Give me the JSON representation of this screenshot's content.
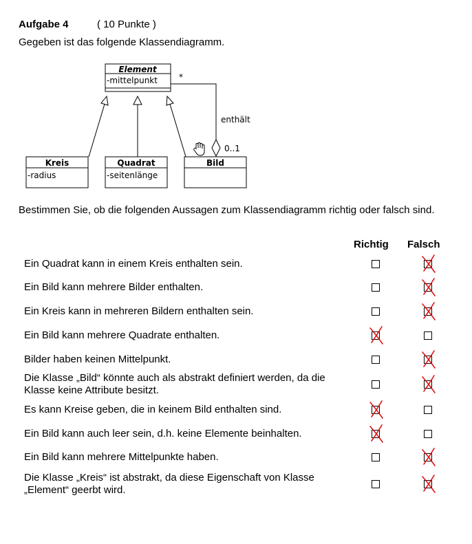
{
  "task": {
    "title": "Aufgabe 4",
    "points": "( 10 Punkte )",
    "intro": "Gegeben ist das folgende Klassendiagramm.",
    "question": "Bestimmen Sie, ob die folgenden Aussagen zum Klassendiagramm richtig oder falsch sind."
  },
  "diagram": {
    "element_name": "Element",
    "element_attr": "-mittelpunkt",
    "kreis_name": "Kreis",
    "kreis_attr": "-radius",
    "quadrat_name": "Quadrat",
    "quadrat_attr": "-seitenlänge",
    "bild_name": "Bild",
    "assoc_label": "enthält",
    "mult_element": "*",
    "mult_bild": "0..1"
  },
  "table": {
    "col_richtig": "Richtig",
    "col_falsch": "Falsch",
    "rows": [
      {
        "text": "Ein Quadrat kann in einem Kreis enthalten sein.",
        "marked": "falsch"
      },
      {
        "text": "Ein Bild kann mehrere Bilder enthalten.",
        "marked": "falsch"
      },
      {
        "text": "Ein Kreis kann in mehreren Bildern enthalten sein.",
        "marked": "falsch"
      },
      {
        "text": "Ein Bild kann mehrere Quadrate enthalten.",
        "marked": "richtig"
      },
      {
        "text": "Bilder haben keinen Mittelpunkt.",
        "marked": "falsch"
      },
      {
        "text": "Die Klasse „Bild“ könnte auch als abstrakt definiert werden, da die Klasse keine Attribute besitzt.",
        "marked": "falsch"
      },
      {
        "text": "Es kann Kreise geben, die in keinem Bild enthalten sind.",
        "marked": "richtig"
      },
      {
        "text": "Ein Bild kann auch leer sein, d.h. keine Elemente beinhalten.",
        "marked": "richtig"
      },
      {
        "text": "Ein Bild kann mehrere Mittelpunkte haben.",
        "marked": "falsch"
      },
      {
        "text": "Die Klasse „Kreis“ ist abstrakt, da diese Eigenschaft von Klasse „Element“ geerbt wird.",
        "marked": "falsch"
      }
    ]
  },
  "colors": {
    "mark": "#e01010"
  }
}
